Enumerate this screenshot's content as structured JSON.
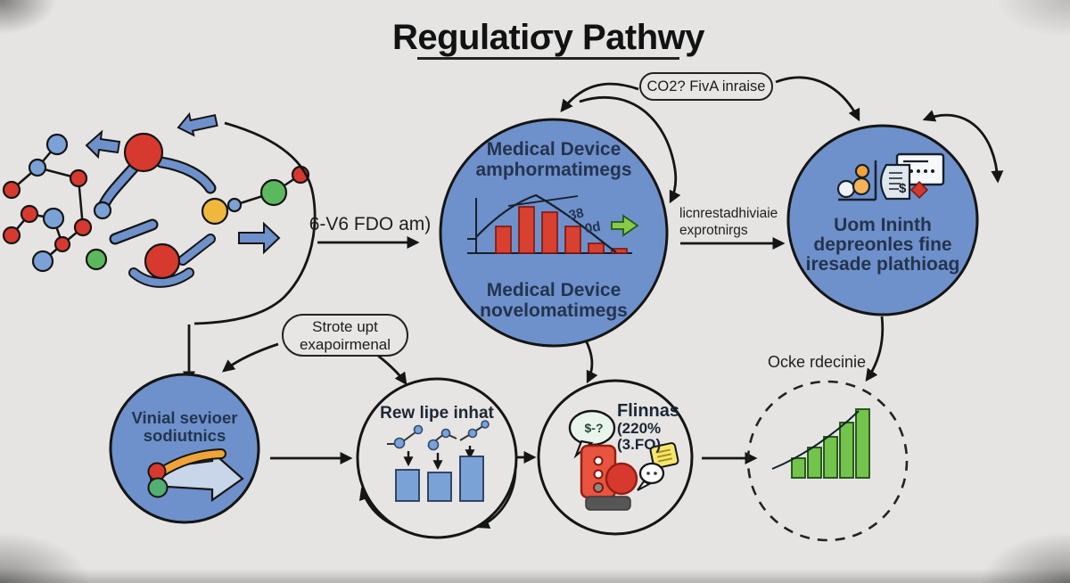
{
  "title": {
    "text": "Regulatiσy Pathwy"
  },
  "callouts": {
    "co2": {
      "label": "CO2? FivA inraise"
    },
    "strote": {
      "line1": "Strote upt",
      "line2": "exapoirmenal"
    }
  },
  "labels": {
    "fdo_arrow": "6-V6 FDO am)",
    "licn_line1": "licnrestadhiviaie",
    "licn_line2": "exprotnirgs",
    "ocke": "Ocke rdecinie"
  },
  "nodes": {
    "center": {
      "top_line1": "Medical Device",
      "top_line2": "amphormatimegs",
      "bottom_line1": "Medical Device",
      "bottom_line2": "novelomatimegs",
      "annotation1": "38",
      "annotation2": "0d",
      "bars": [
        30,
        52,
        46,
        30,
        11,
        5
      ]
    },
    "right": {
      "line1": "Uom Ininth",
      "line2": "depreonles fine",
      "line3": "iresade plathioag",
      "doc_glyph": "$"
    },
    "vinial": {
      "line1": "Vinial sevioer",
      "line2": "sodiutnics"
    },
    "rew": {
      "label": "Rew lipe inhat",
      "bars": [
        35,
        32,
        50
      ]
    },
    "flinnas": {
      "line1": "Flinnas",
      "line2": "(220%",
      "line3": "(3.FO)",
      "bubble_glyphs": "$-?"
    },
    "ocke": {
      "bars": [
        22,
        34,
        46,
        62,
        77
      ]
    }
  },
  "colors": {
    "background": "#e5e4e2",
    "node_fill": "#6e91cb",
    "outline": "#151515",
    "text_dark": "#24344e",
    "bar_red": "#d8402f",
    "bar_blue": "#7ba2d7",
    "bar_green": "#72c44c",
    "accent_yellow": "#f0b73e",
    "accent_orange": "#f0a437",
    "accent_green": "#5cb85c",
    "green_arrow": "#8bc94a"
  },
  "chart_data": [
    {
      "type": "bar",
      "title": "center-node mini histogram",
      "values": [
        30,
        52,
        46,
        30,
        11,
        5
      ],
      "annotations": [
        "38",
        "0d"
      ],
      "bar_color": "#d8402f"
    },
    {
      "type": "bar",
      "title": "rew-node mini bars",
      "values": [
        35,
        32,
        50
      ],
      "bar_color": "#7ba2d7"
    },
    {
      "type": "bar",
      "title": "ocke-node growth bars",
      "values": [
        22,
        34,
        46,
        62,
        77
      ],
      "bar_color": "#72c44c"
    }
  ]
}
